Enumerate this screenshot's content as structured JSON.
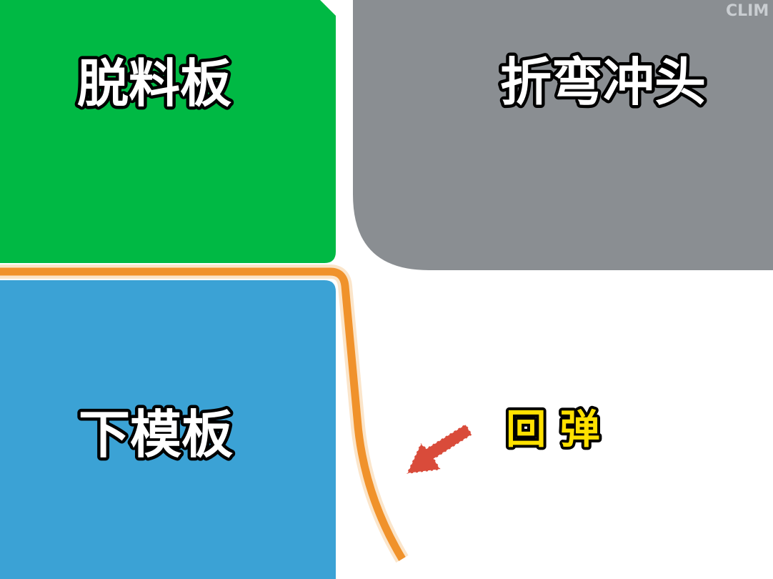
{
  "watermark": "CLIM",
  "labels": {
    "stripper_plate": "脱料板",
    "bending_punch": "折弯冲头",
    "lower_die": "下模板",
    "springback": "回 弹"
  },
  "colors": {
    "stripper_plate": "#00b944",
    "bending_punch": "#8a8e92",
    "lower_die": "#3ba2d5",
    "sheet_metal": "#f0922b",
    "arrow": "#d94b3a",
    "springback_text": "#ffe100",
    "text_fill": "#ffffff",
    "text_outline": "#000000",
    "watermark": "#c9cdd1"
  }
}
